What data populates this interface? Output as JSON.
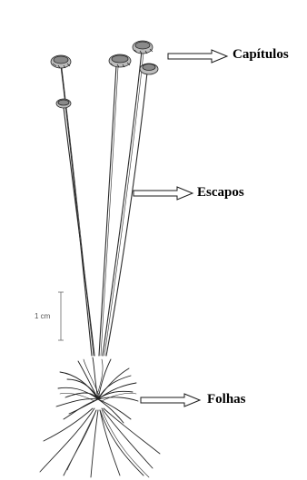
{
  "labels": {
    "capitulos": "Capítulos",
    "escapos": "Escapos",
    "folhas": "Folhas"
  },
  "scale_bar": {
    "label": "1 cm"
  },
  "colors": {
    "ink": "#1a1a1a",
    "arrow_fill": "#ffffff",
    "background": "#ffffff"
  }
}
